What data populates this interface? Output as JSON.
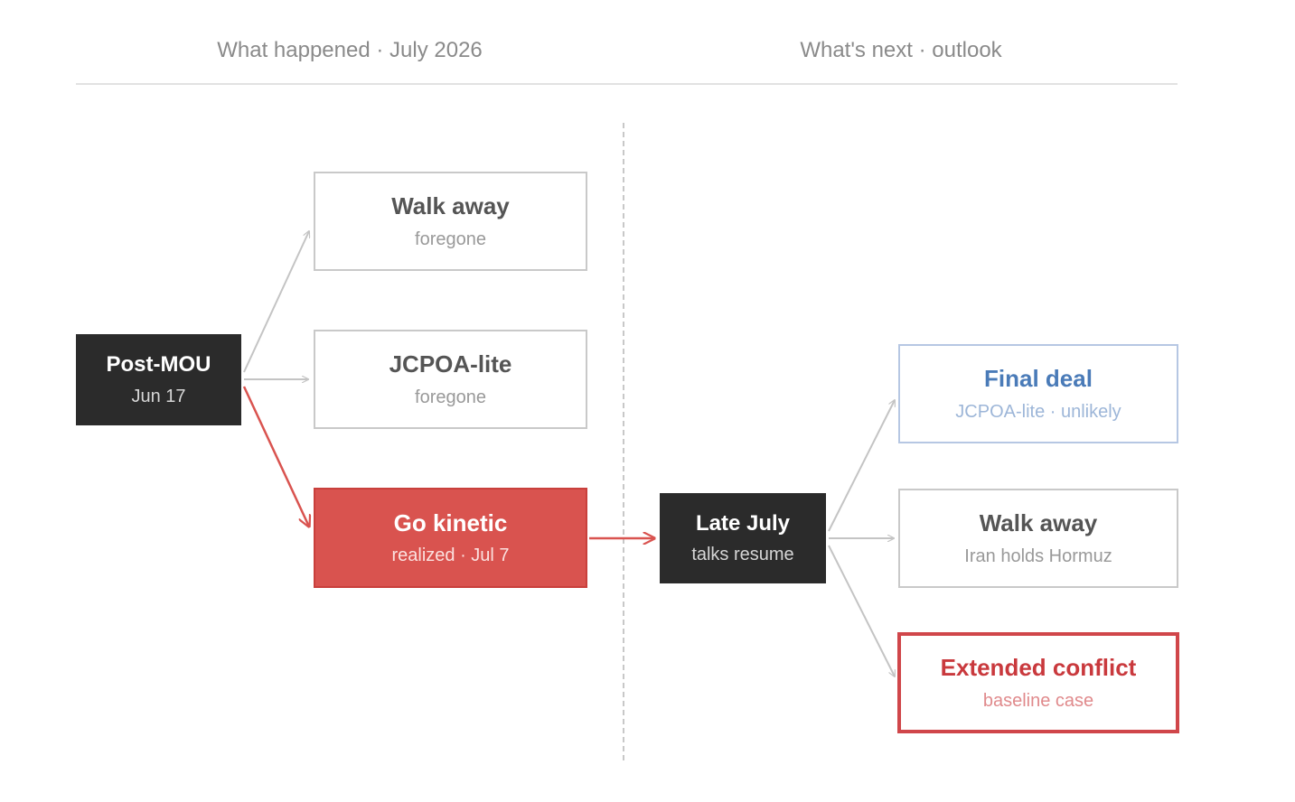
{
  "headers": {
    "left": "What happened · July 2026",
    "right": "What's next · outlook"
  },
  "nodes": {
    "post_mou": {
      "title": "Post-MOU",
      "sub": "Jun 17"
    },
    "walk_away_past": {
      "title": "Walk away",
      "sub": "foregone"
    },
    "jcpoa_lite_past": {
      "title": "JCPOA-lite",
      "sub": "foregone"
    },
    "go_kinetic": {
      "title": "Go kinetic",
      "sub": "realized · Jul 7"
    },
    "late_july": {
      "title": "Late July",
      "sub": "talks resume"
    },
    "final_deal": {
      "title": "Final deal",
      "sub": "JCPOA-lite · unlikely"
    },
    "walk_away_next": {
      "title": "Walk away",
      "sub": "Iran holds Hormuz"
    },
    "extended_conflict": {
      "title": "Extended conflict",
      "sub": "baseline case"
    }
  },
  "colors": {
    "dark_node": "#2b2b2b",
    "realized": "#d9534f",
    "faded_edge": "#c4c4c4",
    "deal_blue": "#4a7bb8",
    "conflict_red": "#c9393d"
  }
}
